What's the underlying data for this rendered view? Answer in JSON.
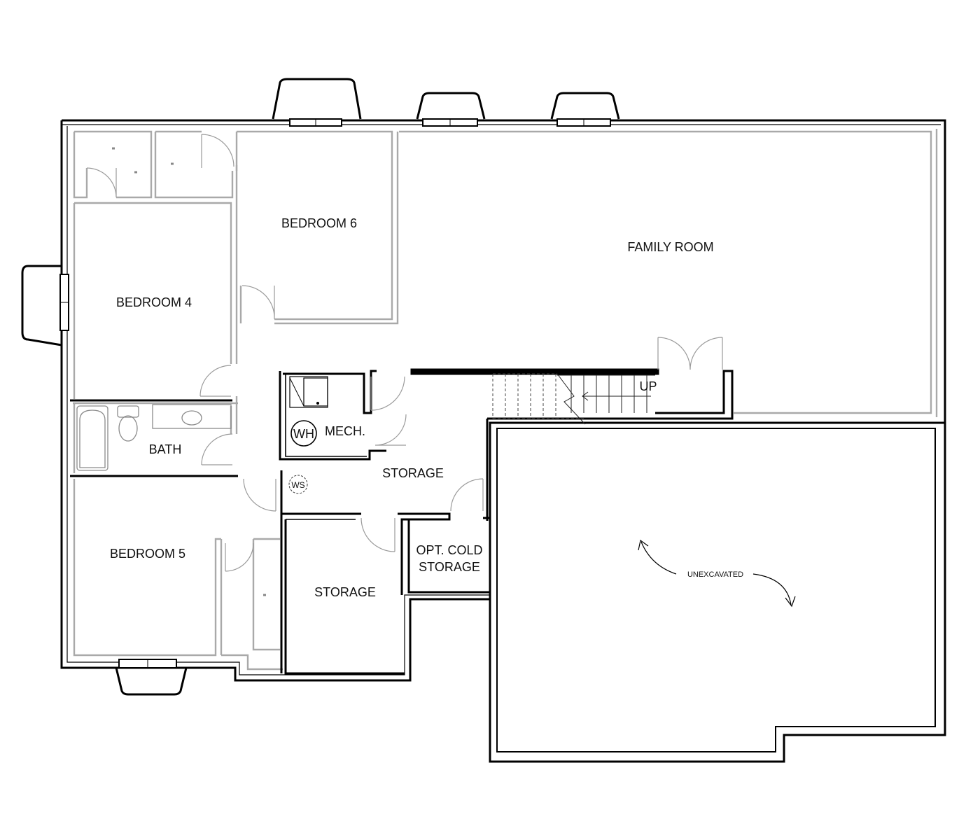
{
  "plan": {
    "rooms": {
      "bedroom_6": "BEDROOM 6",
      "family_room": "FAMILY ROOM",
      "bedroom_4": "BEDROOM 4",
      "bath": "BATH",
      "mech": "MECH.",
      "storage_center": "STORAGE",
      "bedroom_5": "BEDROOM 5",
      "opt_cold_storage_line1": "OPT. COLD",
      "opt_cold_storage_line2": "STORAGE",
      "storage_lower": "STORAGE",
      "unexcavated": "UNEXCAVATED"
    },
    "symbols": {
      "water_heater": "WH",
      "water_softener": "WS",
      "stair_up": "UP"
    }
  }
}
